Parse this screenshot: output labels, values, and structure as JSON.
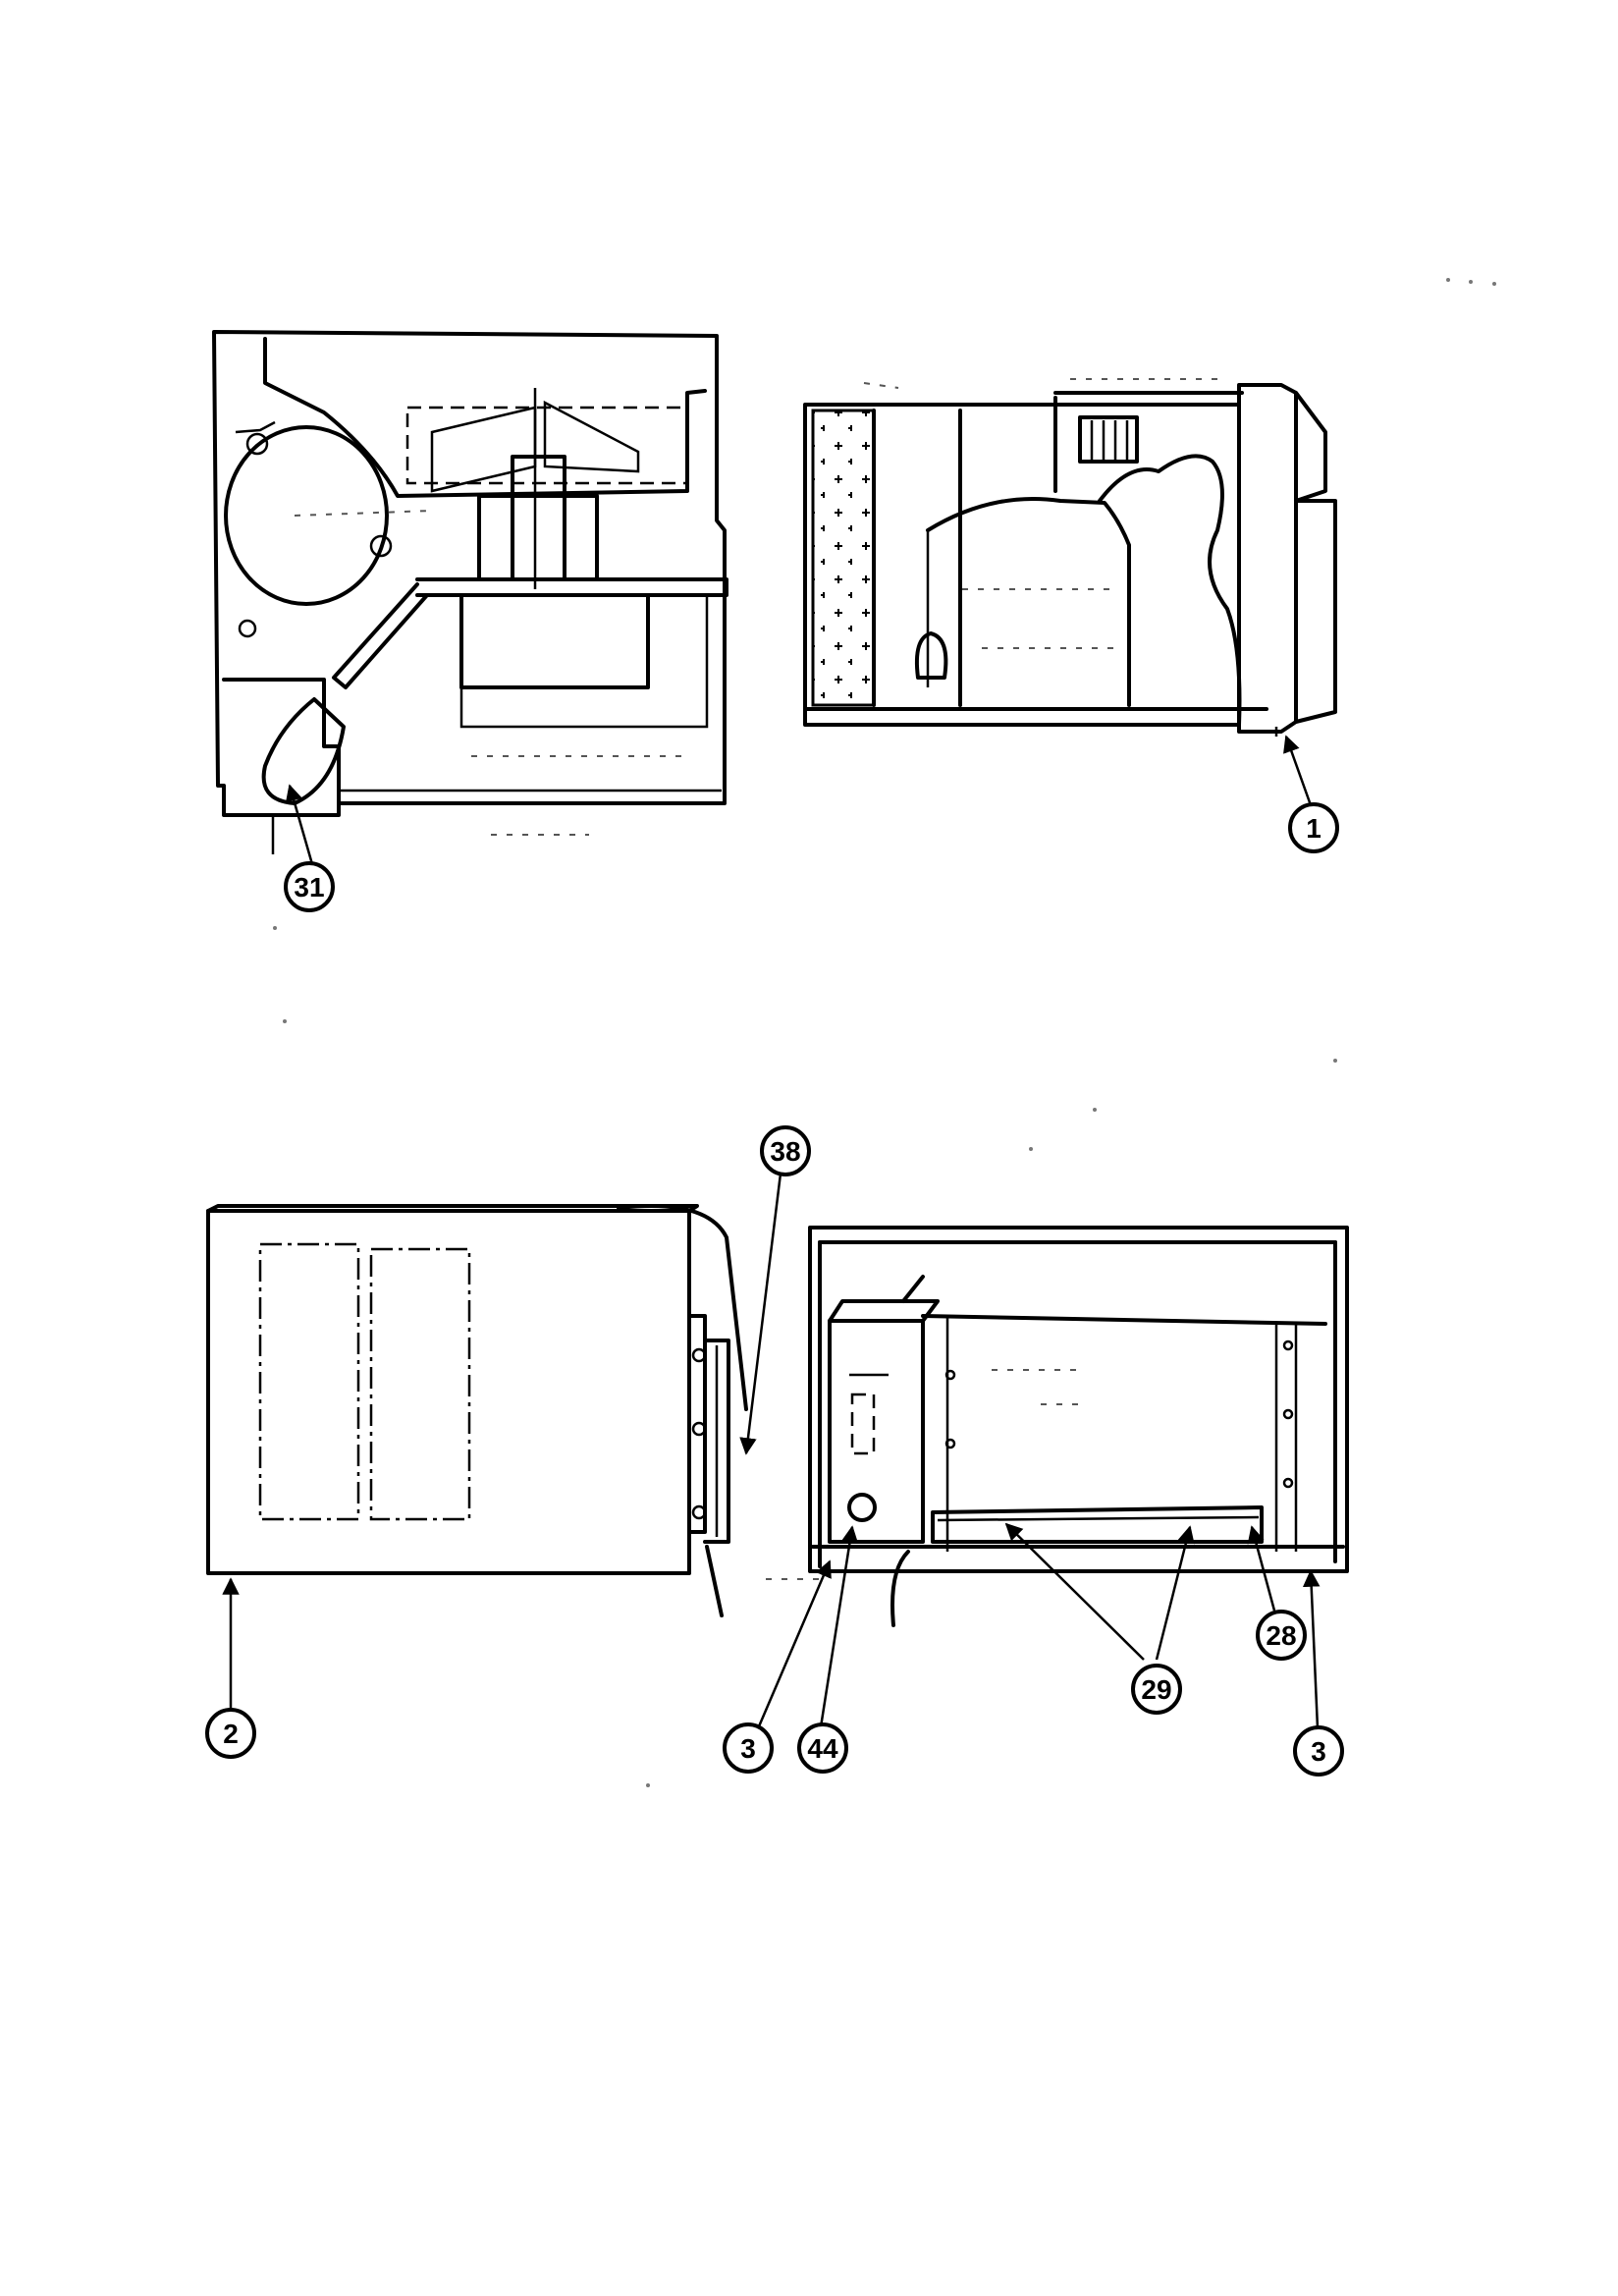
{
  "diagram": {
    "views": [
      {
        "id": "view-top-left",
        "callouts": [
          "31"
        ]
      },
      {
        "id": "view-top-right",
        "callouts": [
          "1"
        ]
      },
      {
        "id": "view-bottom-left",
        "callouts": [
          "2",
          "38"
        ]
      },
      {
        "id": "view-bottom-right",
        "callouts": [
          "3",
          "44",
          "29",
          "28",
          "3"
        ]
      }
    ],
    "callouts": {
      "c31": "31",
      "c1": "1",
      "c38": "38",
      "c2": "2",
      "c3a": "3",
      "c44": "44",
      "c29": "29",
      "c28": "28",
      "c3b": "3"
    }
  }
}
